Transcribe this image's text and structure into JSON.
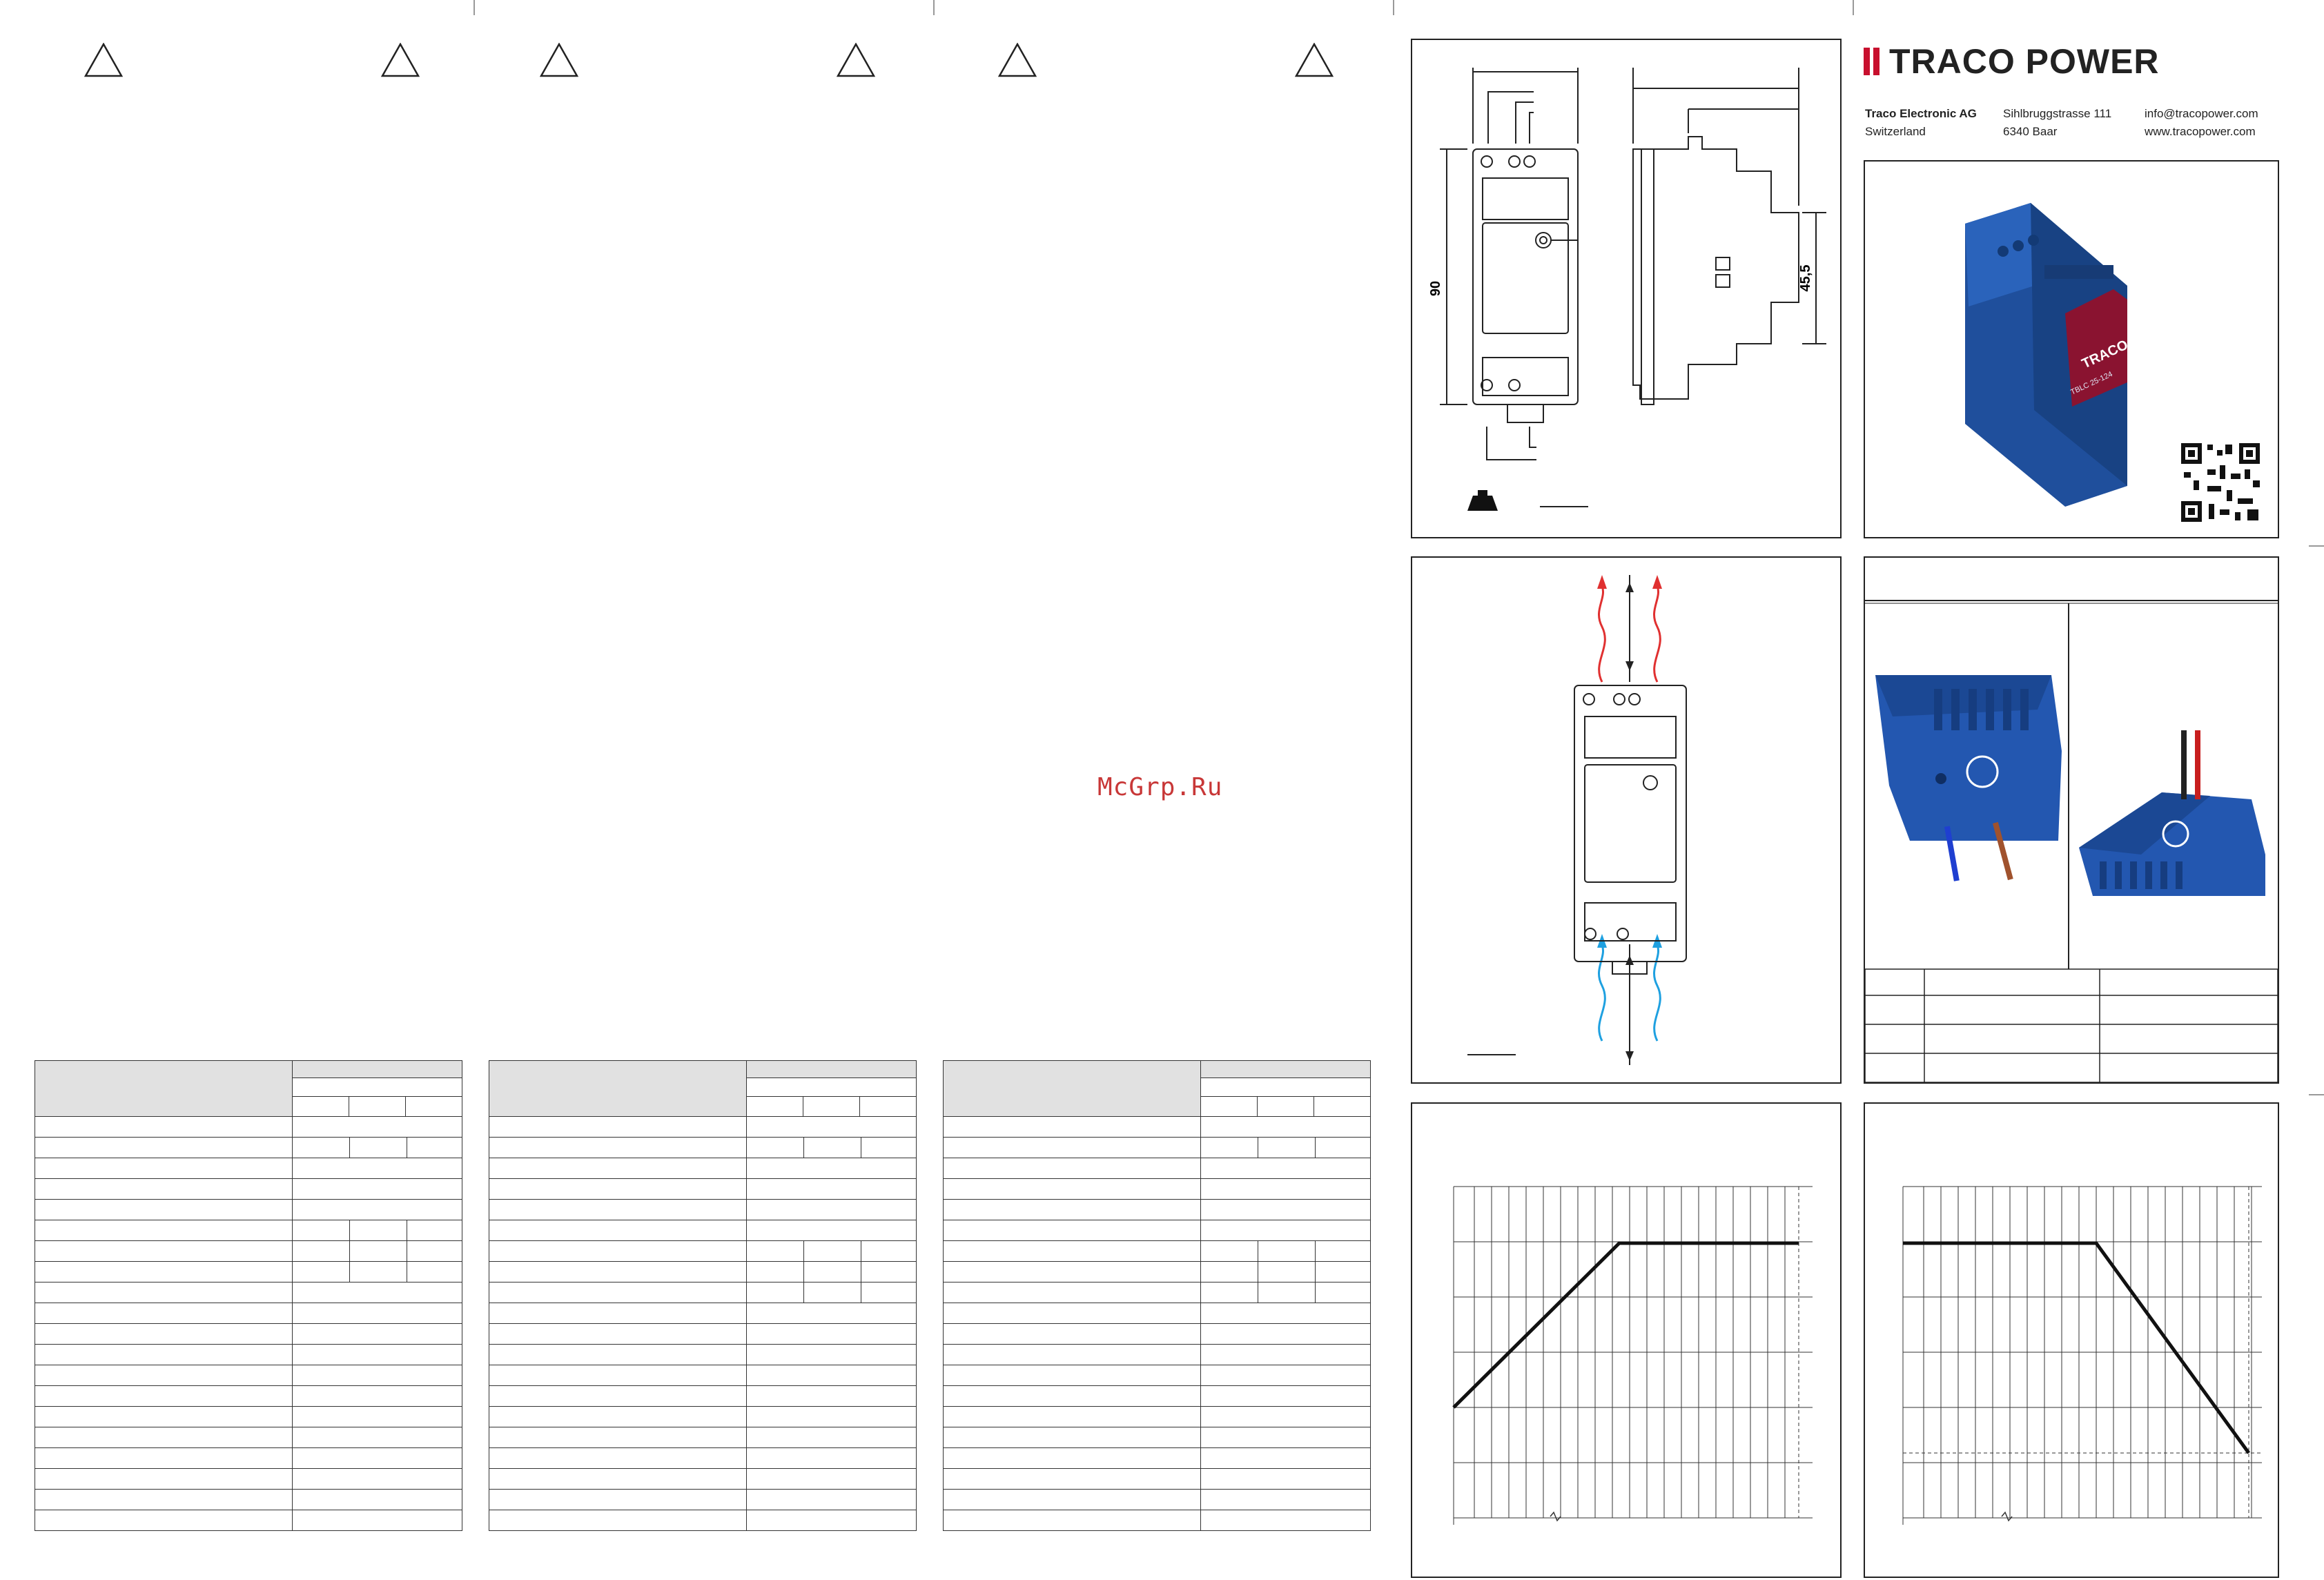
{
  "brand": {
    "name": "TRACO POWER",
    "accent": "#c8102e"
  },
  "company": {
    "name": "Traco Electronic AG",
    "country": "Switzerland",
    "street": "Sihlbruggstrasse 111",
    "city": "6340 Baar",
    "email": "info@tracopower.com",
    "web": "www.tracopower.com"
  },
  "watermark": "McGrp.Ru",
  "drawing": {
    "height_dim": "90",
    "depth_dim": "45,5"
  },
  "product_label": {
    "brand": "TRACO POWER",
    "model": "TBLC 25-124"
  },
  "colors": {
    "module_blue": "#1f4f9c",
    "heat_red": "#e03030",
    "air_blue": "#1ea0e0"
  }
}
